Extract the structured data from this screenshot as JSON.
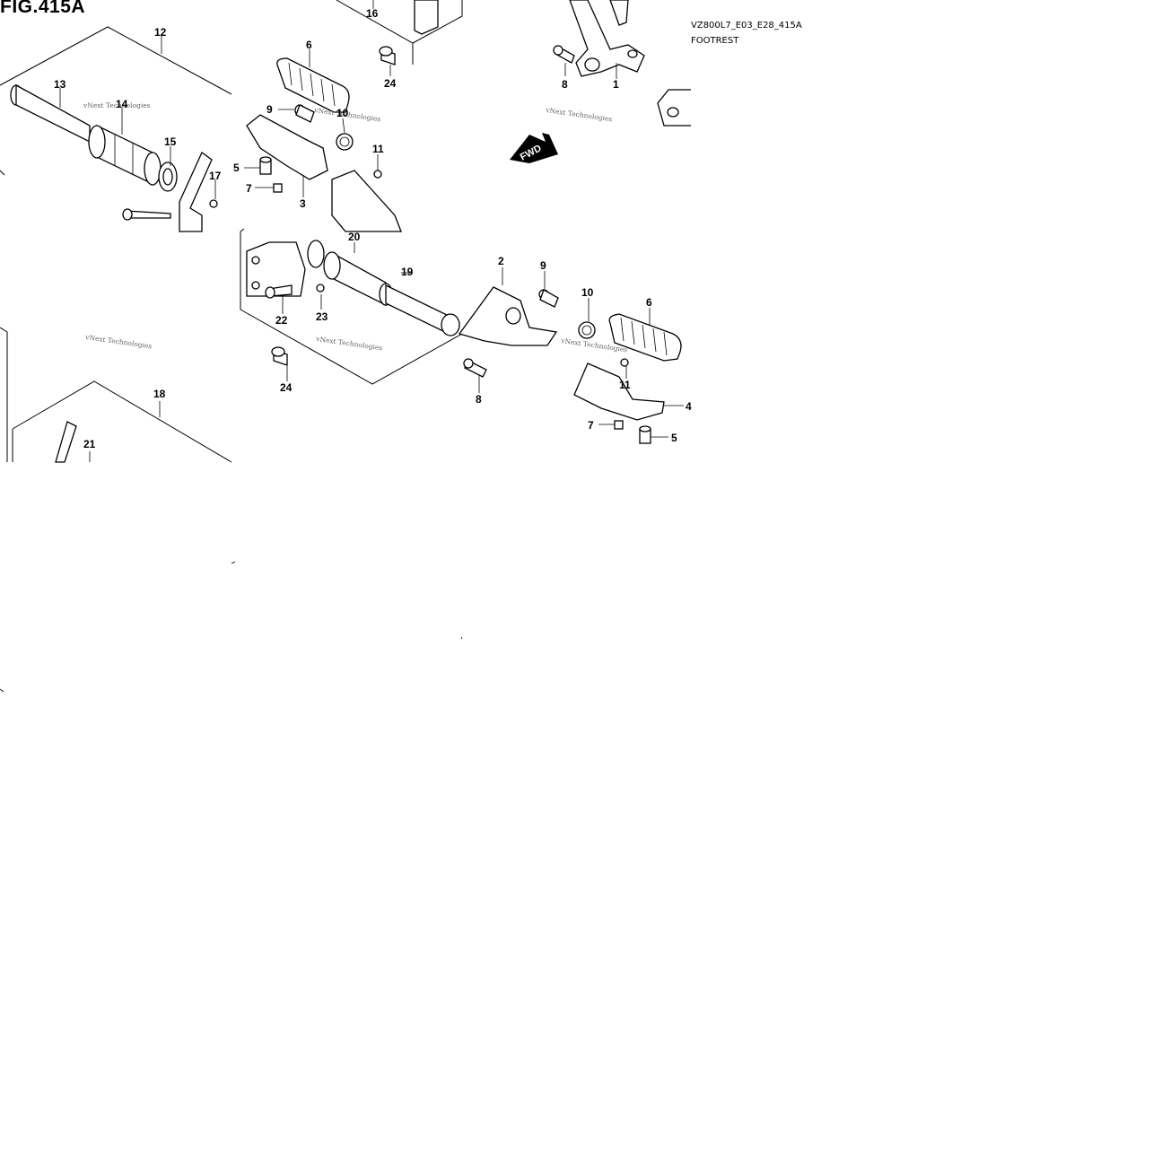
{
  "figure": {
    "title": "FIG.415A",
    "code": "VZ800L7_E03_E28_415A",
    "subtitle": "FOOTREST"
  },
  "watermark": "vNext Technologies",
  "fwd_label": "FWD",
  "callouts": {
    "c1": "1",
    "c2": "2",
    "c3": "3",
    "c4": "4",
    "c5a": "5",
    "c5b": "5",
    "c6a": "6",
    "c6b": "6",
    "c7a": "7",
    "c7b": "7",
    "c8a": "8",
    "c8b": "8",
    "c9a": "9",
    "c9b": "9",
    "c10a": "10",
    "c10b": "10",
    "c11a": "11",
    "c11b": "11",
    "c12": "12",
    "c13": "13",
    "c14": "14",
    "c15": "15",
    "c16": "16",
    "c17": "17",
    "c18": "18",
    "c19": "19",
    "c20": "20",
    "c21": "21",
    "c22": "22",
    "c23": "23",
    "c24a": "24",
    "c24b": "24"
  }
}
